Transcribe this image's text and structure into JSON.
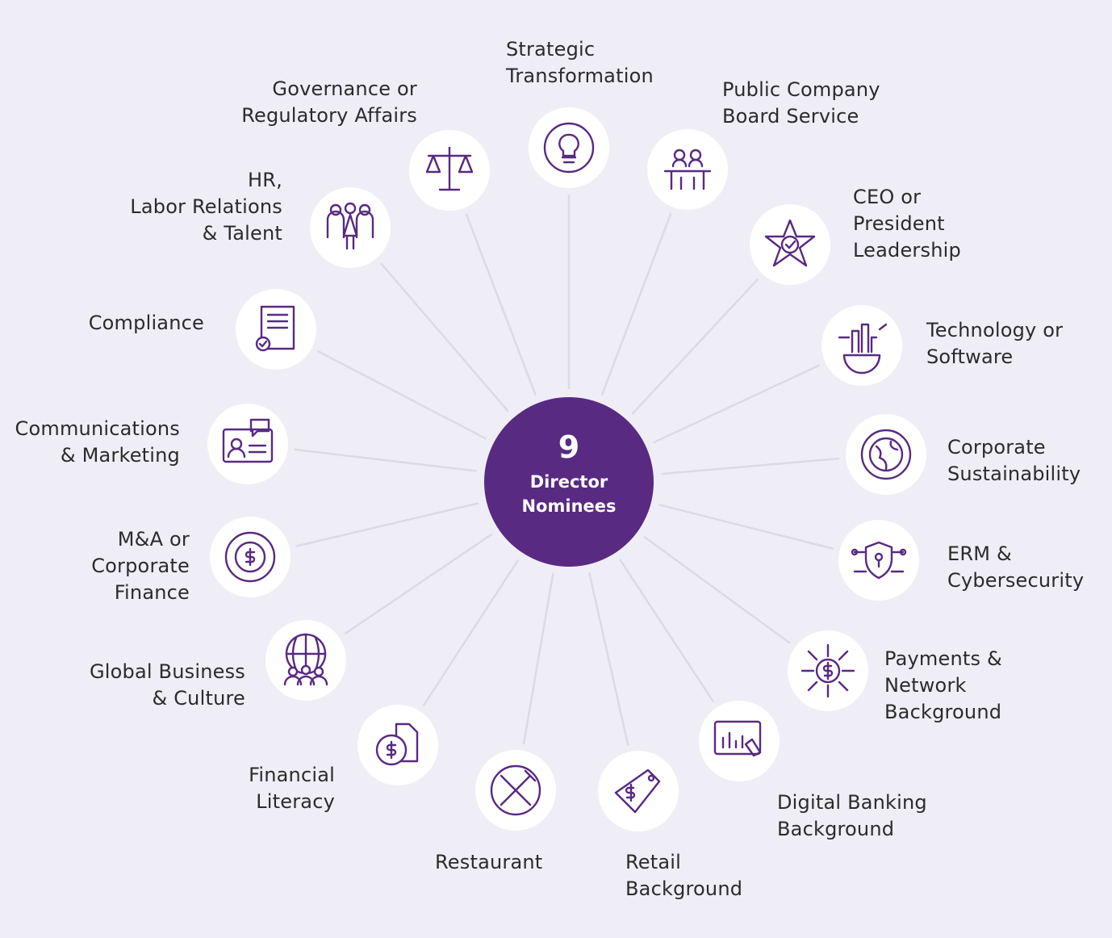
{
  "center": {
    "count": "9",
    "label_line1": "Director",
    "label_line2": "Nominees"
  },
  "colors": {
    "background": "#efeef6",
    "accent": "#582a82",
    "connector": "#dcd9e8"
  },
  "skills": [
    {
      "label": "Strategic\nTransformation",
      "icon": "lightbulb-gear-icon"
    },
    {
      "label": "Public Company\nBoard Service",
      "icon": "board-meeting-icon"
    },
    {
      "label": "CEO or\nPresident\nLeadership",
      "icon": "star-badge-icon"
    },
    {
      "label": "Technology or\nSoftware",
      "icon": "tech-gear-icon"
    },
    {
      "label": "Corporate\nSustainability",
      "icon": "globe-gear-icon"
    },
    {
      "label": "ERM &\nCybersecurity",
      "icon": "shield-network-icon"
    },
    {
      "label": "Payments &\nNetwork\nBackground",
      "icon": "dollar-network-icon"
    },
    {
      "label": "Digital Banking\nBackground",
      "icon": "tablet-chart-icon"
    },
    {
      "label": "Retail\nBackground",
      "icon": "price-tag-icon"
    },
    {
      "label": "Restaurant",
      "icon": "fork-knife-icon"
    },
    {
      "label": "Financial\nLiteracy",
      "icon": "coin-document-icon"
    },
    {
      "label": "Global Business\n& Culture",
      "icon": "globe-people-icon"
    },
    {
      "label": "M&A or\nCorporate\nFinance",
      "icon": "dollar-cycle-icon"
    },
    {
      "label": "Communications\n& Marketing",
      "icon": "id-card-chat-icon"
    },
    {
      "label": "Compliance",
      "icon": "certificate-icon"
    },
    {
      "label": "HR,\nLabor Relations\n& Talent",
      "icon": "people-group-icon"
    },
    {
      "label": "Governance or\nRegulatory Affairs",
      "icon": "scales-icon"
    }
  ]
}
